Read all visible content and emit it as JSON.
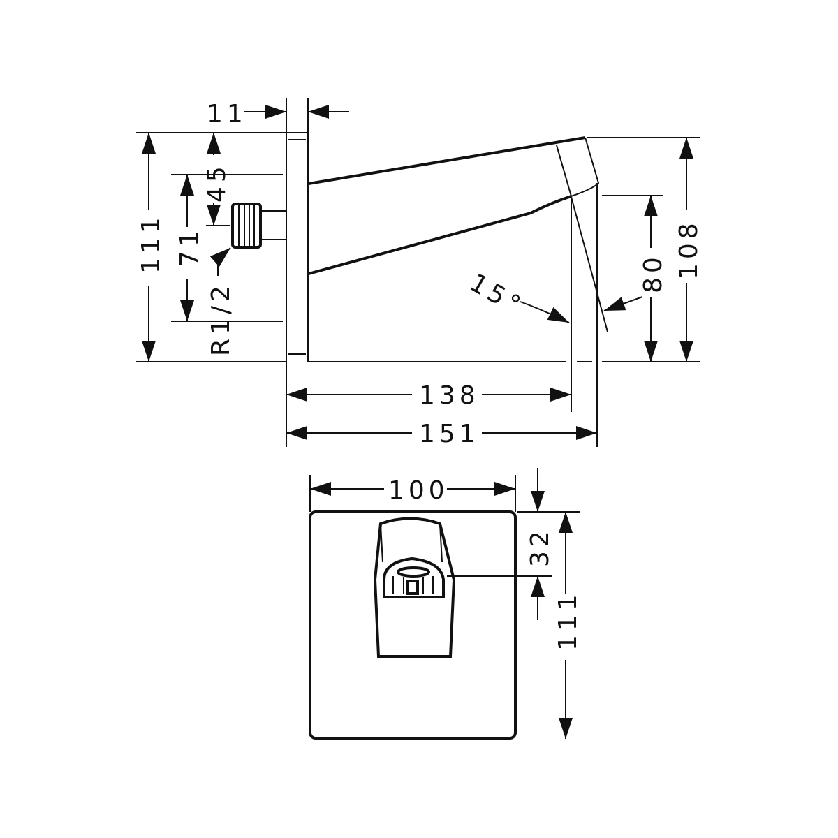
{
  "colors": {
    "line": "#111111",
    "background": "#ffffff"
  },
  "side_view": {
    "wall_plate_depth": "11",
    "total_height": "111",
    "connection_offset": "45",
    "connection_spacing": "71",
    "thread": "R1/2",
    "angle": "15°",
    "outlet_height": "80",
    "spout_height": "108",
    "projection_to_outlet": "138",
    "total_projection": "151"
  },
  "front_view": {
    "width": "100",
    "outlet_offset": "32",
    "height": "111"
  }
}
